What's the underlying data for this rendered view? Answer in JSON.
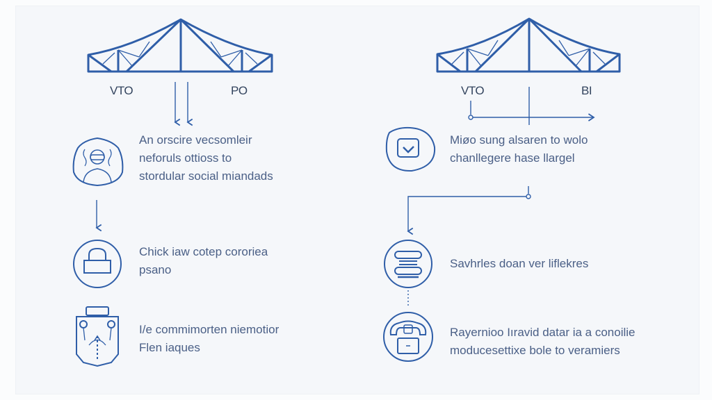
{
  "colors": {
    "stroke": "#2f5ea8",
    "text": "#4a5f86",
    "label": "#33445e",
    "background": "#f5f7fa"
  },
  "left_panel": {
    "truss_icon": "roof-truss-icon",
    "labels": {
      "left": "VTO",
      "right": "PO"
    },
    "steps": [
      {
        "icon": "user-shield-icon",
        "lines": [
          "An orscire vecsomleir",
          "neforuls ottioss to",
          "stordular social miandads"
        ]
      },
      {
        "icon": "lock-icon",
        "lines": [
          "Chick iaw cotep cororiea",
          "psano"
        ]
      },
      {
        "icon": "device-panel-icon",
        "lines": [
          "I/e commimorten niemotior",
          "Flen iaques"
        ]
      }
    ]
  },
  "right_panel": {
    "truss_icon": "roof-truss-icon",
    "labels": {
      "left": "VTO",
      "right": "BI"
    },
    "steps": [
      {
        "icon": "checkbox-icon",
        "lines": [
          "Miøo sung alsaren to wolo",
          "chanllegere hase llargel"
        ]
      },
      {
        "icon": "stack-layers-icon",
        "lines": [
          "Savhrles doan ver liflekres"
        ]
      },
      {
        "icon": "phone-laptop-icon",
        "lines": [
          "Rayernioo Iıravid datar ia a conoilie",
          "moducesettixe bole to veramiers"
        ]
      }
    ]
  }
}
